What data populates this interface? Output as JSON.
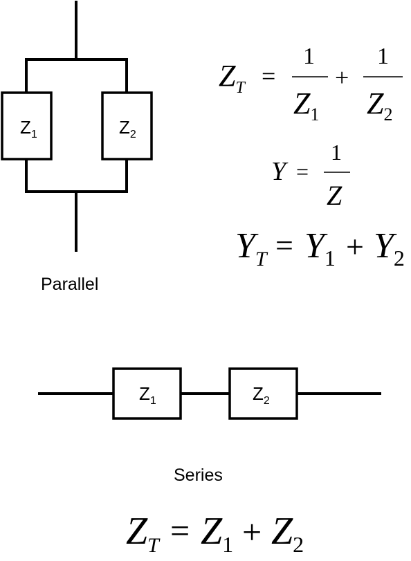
{
  "parallel": {
    "caption": "Parallel",
    "z1": {
      "base": "Z",
      "sub": "1"
    },
    "z2": {
      "base": "Z",
      "sub": "2"
    }
  },
  "series": {
    "caption": "Series",
    "z1": {
      "base": "Z",
      "sub": "1"
    },
    "z2": {
      "base": "Z",
      "sub": "2"
    }
  },
  "equations": {
    "parallel_total": {
      "lhs_base": "Z",
      "lhs_sub": "T",
      "equals": "=",
      "num1": "1",
      "den1_base": "Z",
      "den1_sub": "1",
      "plus": "+",
      "num2": "1",
      "den2_base": "Z",
      "den2_sub": "2"
    },
    "admittance": {
      "lhs": "Y",
      "equals": "=",
      "num": "1",
      "den": "Z"
    },
    "admittance_total": {
      "lhs_base": "Y",
      "lhs_sub": "T",
      "equals": "=",
      "t1_base": "Y",
      "t1_sub": "1",
      "plus": "+",
      "t2_base": "Y",
      "t2_sub": "2"
    },
    "series_total": {
      "lhs_base": "Z",
      "lhs_sub": "T",
      "equals": "=",
      "t1_base": "Z",
      "t1_sub": "1",
      "plus": "+",
      "t2_base": "Z",
      "t2_sub": "2"
    }
  }
}
